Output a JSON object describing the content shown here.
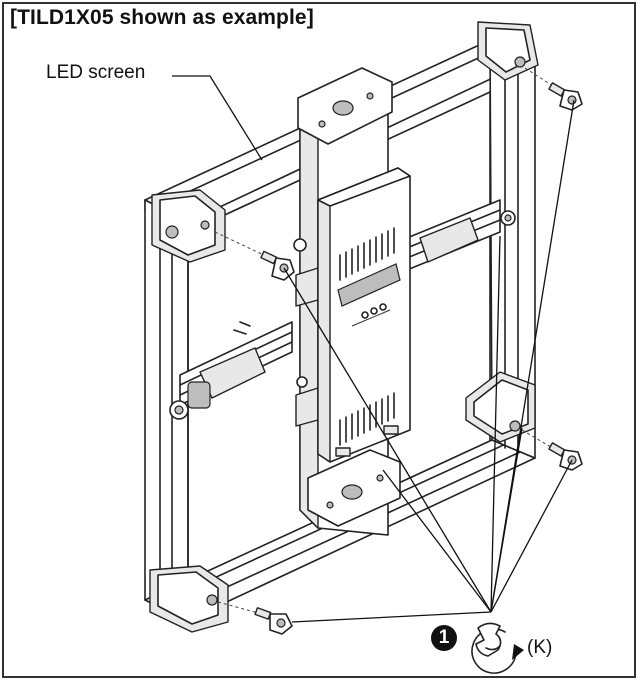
{
  "title": "[TILD1X05 shown as example]",
  "labels": {
    "led_screen": "LED screen",
    "step_number": "1",
    "tool_code": "(K)"
  },
  "icons": {
    "step_marker": "circled-number-icon",
    "tool": "socket-wrench-rotate-icon"
  },
  "colors": {
    "line": "#222222",
    "background": "#ffffff"
  }
}
